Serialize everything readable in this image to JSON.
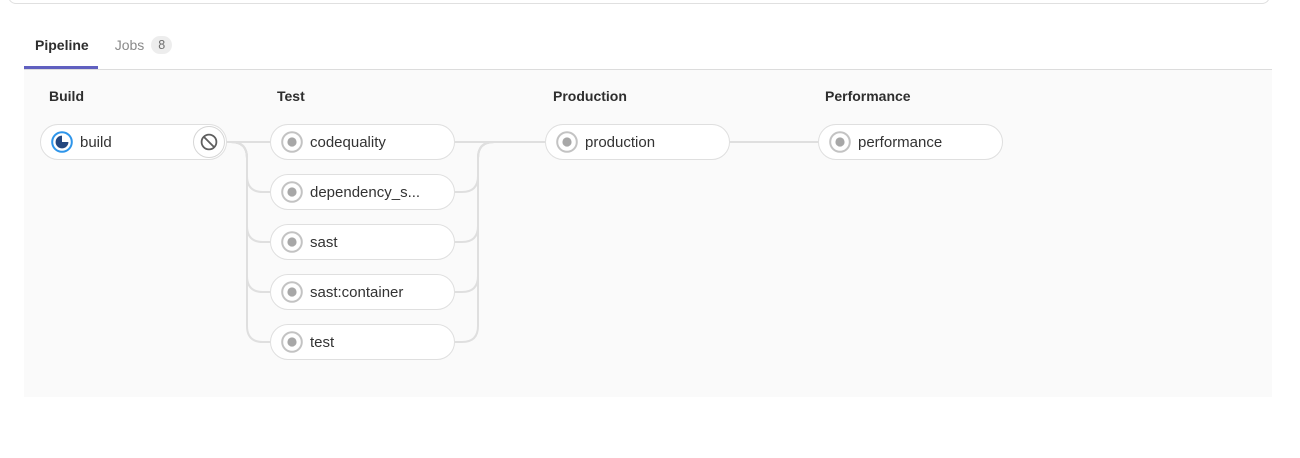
{
  "tabs": {
    "pipeline_label": "Pipeline",
    "jobs_label": "Jobs",
    "jobs_count": "8",
    "active_tab": "Pipeline"
  },
  "stages": [
    {
      "name": "Build",
      "jobs": [
        {
          "name": "build",
          "status": "running",
          "action": "cancel"
        }
      ]
    },
    {
      "name": "Test",
      "jobs": [
        {
          "name": "codequality",
          "status": "created"
        },
        {
          "name": "dependency_s...",
          "status": "created"
        },
        {
          "name": "sast",
          "status": "created"
        },
        {
          "name": "sast:container",
          "status": "created"
        },
        {
          "name": "test",
          "status": "created"
        }
      ]
    },
    {
      "name": "Production",
      "jobs": [
        {
          "name": "production",
          "status": "created"
        }
      ]
    },
    {
      "name": "Performance",
      "jobs": [
        {
          "name": "performance",
          "status": "created"
        }
      ]
    }
  ],
  "colors": {
    "accent_underline": "#6060c0",
    "running_ring": "#2e95ea",
    "running_core": "#25477e",
    "created_ring": "#c3c3c3",
    "created_dot": "#a7a7a7",
    "connector": "#dfdfdf",
    "panel_bg": "#fafafa",
    "cancel_icon": "#5f5f5f"
  }
}
